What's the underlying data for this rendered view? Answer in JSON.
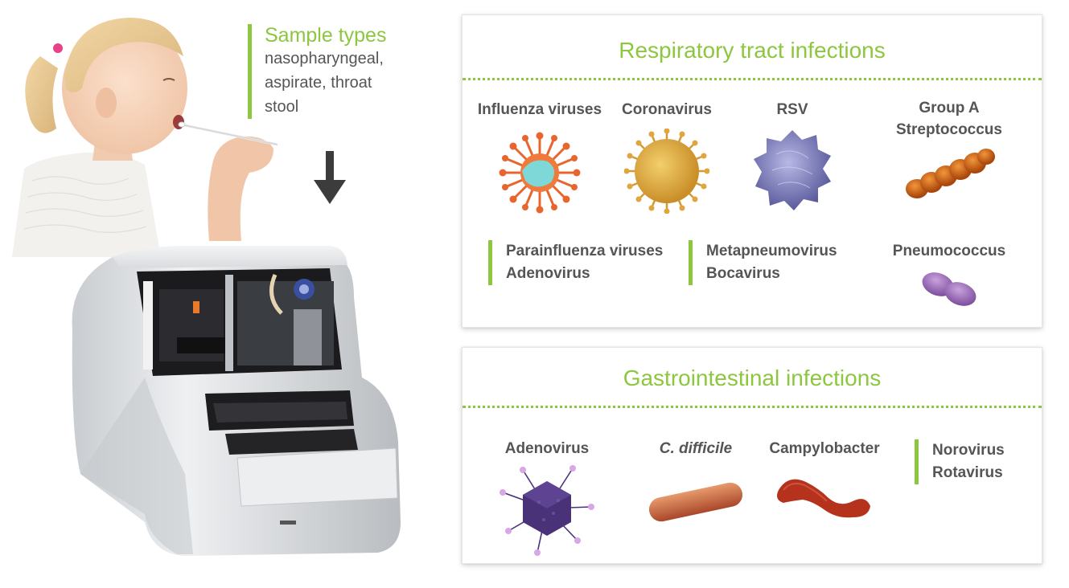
{
  "sample": {
    "title": "Sample types",
    "lines": [
      "nasopharyngeal,",
      "aspirate, throat",
      "stool"
    ]
  },
  "respiratory": {
    "title": "Respiratory tract infections",
    "pathogens": [
      {
        "label": "Influenza viruses"
      },
      {
        "label": "Coronavirus"
      },
      {
        "label": "RSV"
      },
      {
        "label_lines": [
          "Group A",
          "Streptococcus"
        ]
      },
      {
        "label": "Pneumococcus"
      }
    ],
    "group1": [
      "Parainfluenza viruses",
      "Adenovirus"
    ],
    "group2": [
      "Metapneumovirus",
      "Bocavirus"
    ]
  },
  "gastro": {
    "title": "Gastrointestinal infections",
    "pathogens": [
      {
        "label": "Adenovirus"
      },
      {
        "label": "C. difficile"
      },
      {
        "label": "Campylobacter"
      }
    ],
    "group": [
      "Norovirus",
      "Rotavirus"
    ]
  },
  "colors": {
    "accent_green": "#8dc63f",
    "text_grey": "#555555",
    "influenza": "#e8662e",
    "coronavirus": "#e2a93a",
    "rsv": "#6f6fae",
    "streptococcus": "#d9701f",
    "pneumococcus": "#9a6bb8",
    "adenovirus": "#4a3278",
    "c_difficile": "#c9653e",
    "campylobacter": "#b5331d"
  }
}
